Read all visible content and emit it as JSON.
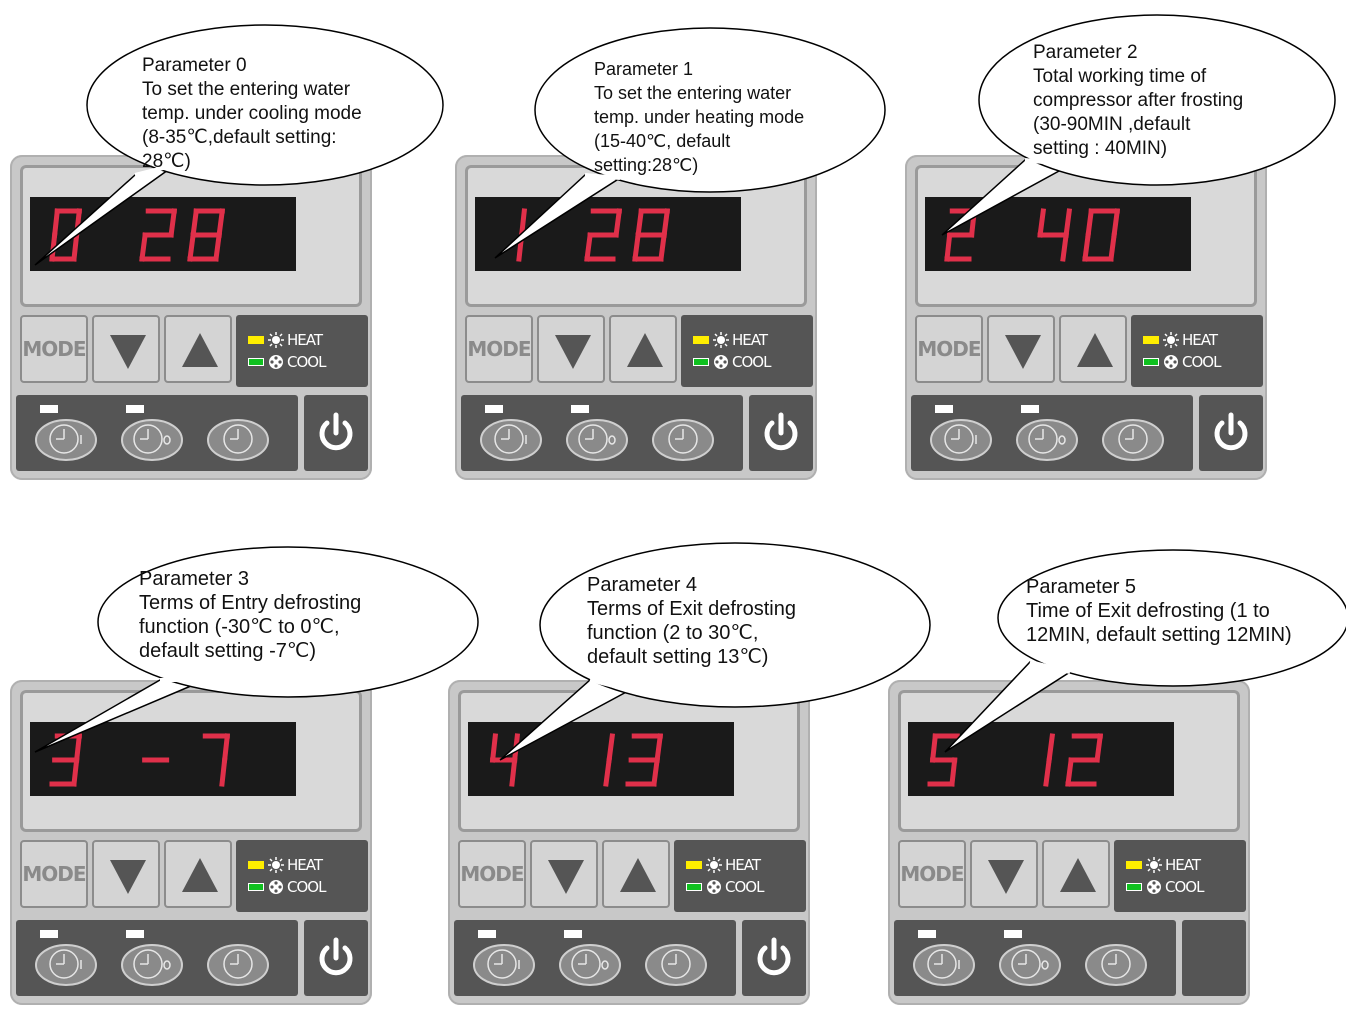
{
  "colors": {
    "segment": "#e0304a",
    "heat_led": "#ffee00",
    "cool_led": "#10c020"
  },
  "labels": {
    "mode": "MODE",
    "heat": "HEAT",
    "cool": "COOL"
  },
  "panels": [
    {
      "display_left": "0",
      "display_right": "28",
      "bubble_lines": [
        "Parameter 0",
        "To set the entering water",
        "temp. under cooling mode",
        "(8-35℃,default setting:",
        "28℃)"
      ]
    },
    {
      "display_left": "1",
      "display_right": "28",
      "bubble_lines": [
        "Parameter 1",
        "To set the entering water",
        "temp. under heating mode",
        "(15-40℃, default",
        "setting:28℃)"
      ]
    },
    {
      "display_left": "2",
      "display_right": "40",
      "bubble_lines": [
        "Parameter 2",
        "Total working time of",
        "compressor after frosting",
        "(30-90MIN ,default",
        "setting : 40MIN)"
      ]
    },
    {
      "display_left": "3",
      "display_right": "-7",
      "bubble_lines": [
        "Parameter 3",
        "Terms of Entry defrosting",
        " function (-30℃ to 0℃,",
        "default setting -7℃)"
      ]
    },
    {
      "display_left": "4",
      "display_right": "13",
      "bubble_lines": [
        "Parameter 4",
        "Terms of Exit defrosting",
        "function (2 to 30℃,",
        "default setting 13℃)"
      ]
    },
    {
      "display_left": "5",
      "display_right": "12",
      "bubble_lines": [
        "Parameter 5",
        "Time of Exit defrosting (1 to",
        "12MIN, default setting 12MIN)"
      ]
    }
  ]
}
